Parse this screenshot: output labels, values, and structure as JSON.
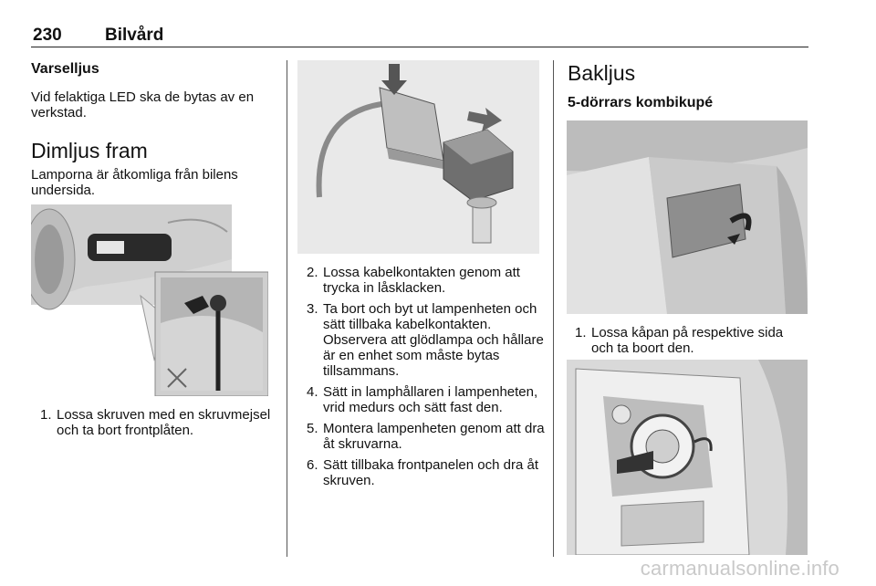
{
  "header": {
    "page_number": "230",
    "section": "Bilvård"
  },
  "col1": {
    "heading1": "Varselljus",
    "para1": "Vid felaktiga LED ska de bytas av en verkstad.",
    "heading2": "Dimljus fram",
    "para2": "Lamporna är åtkomliga från bilens undersida.",
    "steps": [
      {
        "num": "1.",
        "text": "Lossa skruven med en skruvmej­sel och ta bort frontplåten."
      }
    ]
  },
  "col2": {
    "steps": [
      {
        "num": "2.",
        "text": "Lossa kabelkontakten genom att trycka in låsklacken."
      },
      {
        "num": "3.",
        "text": "Ta bort och byt ut lampenheten och sätt tillbaka kabelkontakten. Observera att glödlampa och hållare är en enhet som måste bytas tillsammans."
      },
      {
        "num": "4.",
        "text": "Sätt in lamphållaren i lamp­enheten, vrid medurs och sätt fast den."
      },
      {
        "num": "5.",
        "text": "Montera lampenheten genom att dra åt skruvarna."
      },
      {
        "num": "6.",
        "text": "Sätt tillbaka frontpanelen och dra åt skruven."
      }
    ]
  },
  "col3": {
    "heading1": "Bakljus",
    "heading2": "5-dörrars kombikupé",
    "steps": [
      {
        "num": "1.",
        "text": "Lossa kåpan på respektive sida och ta boort den."
      }
    ]
  },
  "watermark": "carmanualsonline.info"
}
